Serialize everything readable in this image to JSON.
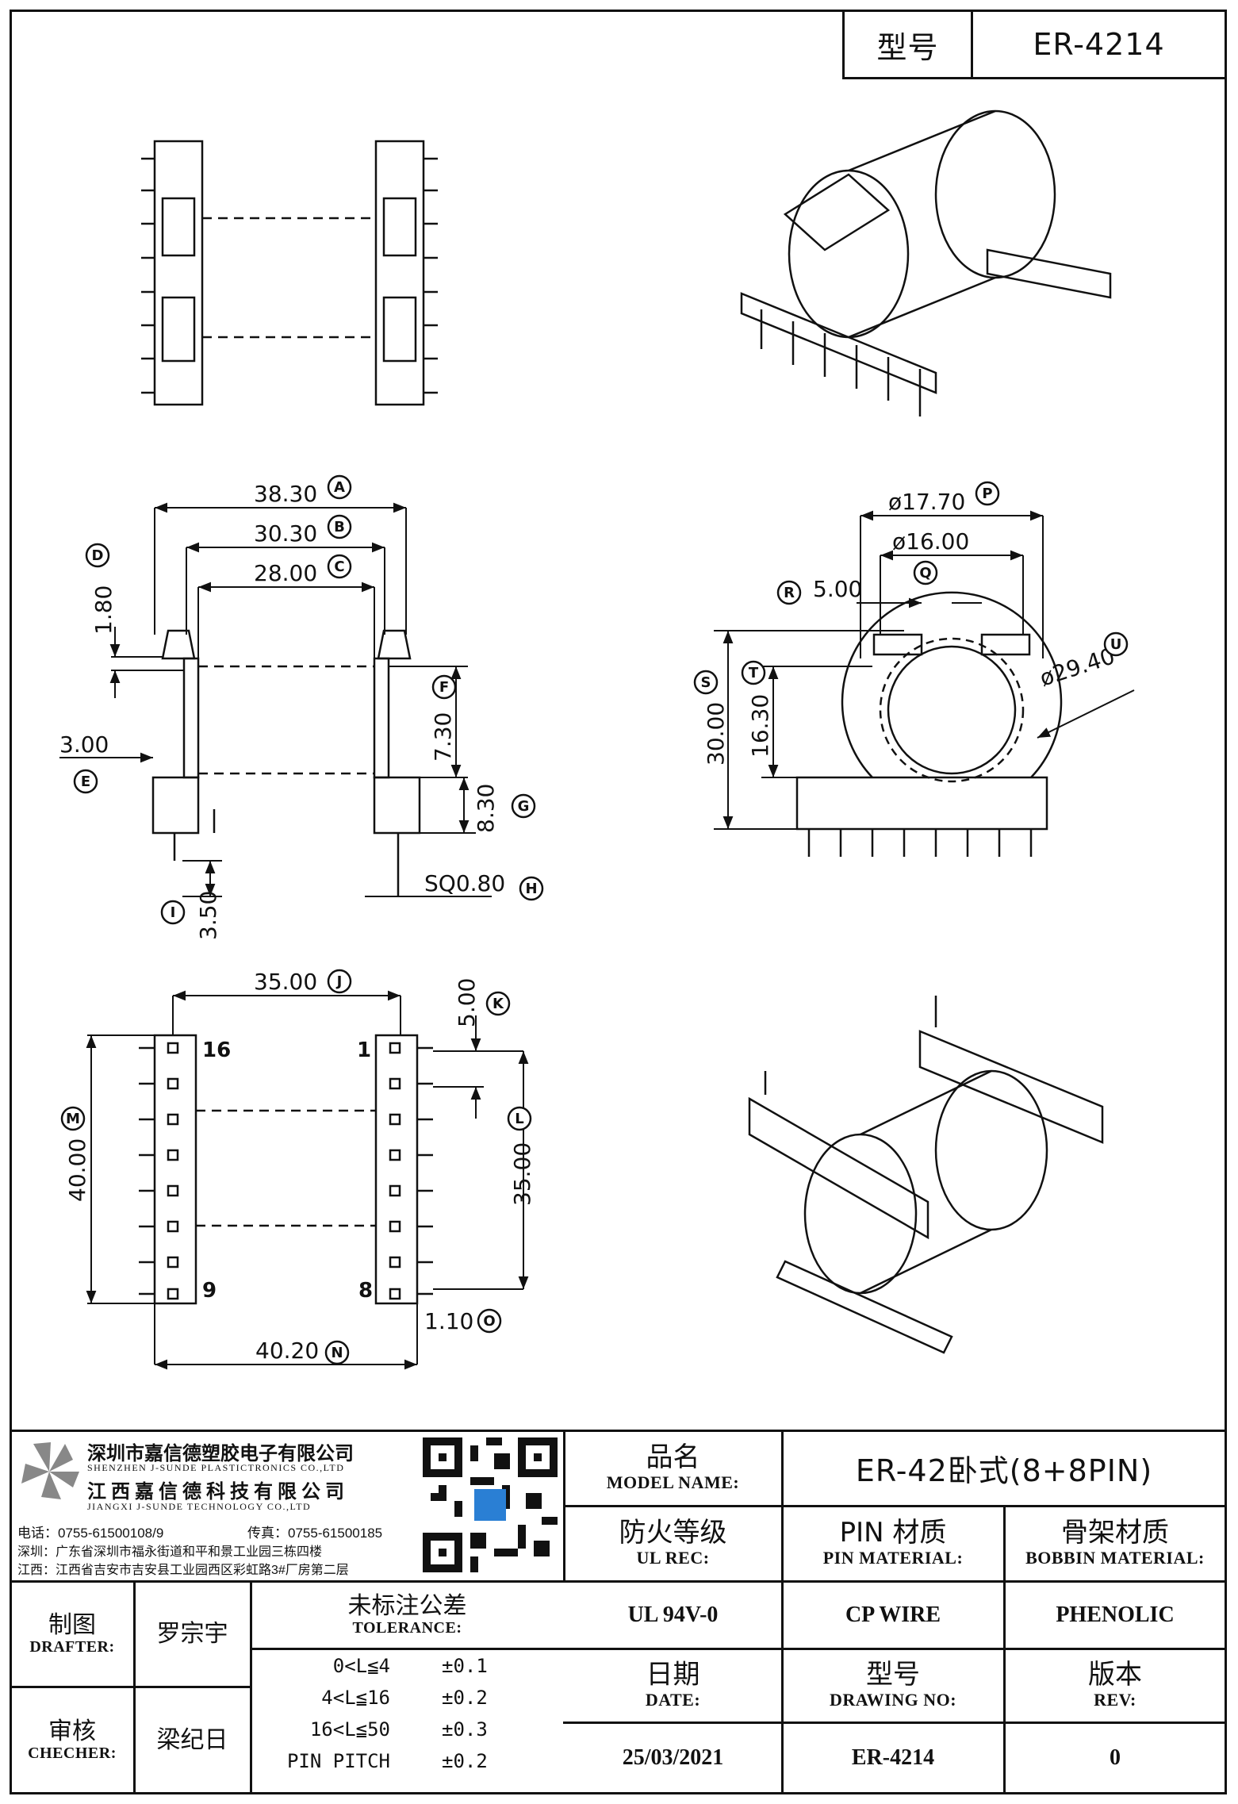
{
  "header": {
    "model_label": "型号",
    "model_value": "ER-4214"
  },
  "company": {
    "name_cn_1": "深圳市嘉信德塑胶电子有限公司",
    "name_en_1": "SHENZHEN J-SUNDE PLASTICTRONICS CO.,LTD",
    "name_cn_2": "江西嘉信德科技有限公司",
    "name_en_2": "JIANGXI J-SUNDE TECHNOLOGY CO.,LTD",
    "tel": "电话：0755-61500108/9",
    "fax": "传真：0755-61500185",
    "addr_sz": "深圳：广东省深圳市福永街道和平和景工业园三栋四楼",
    "addr_jx": "江西：江西省吉安市吉安县工业园西区彩虹路3#厂房第二层"
  },
  "title_block": {
    "product_name_cn": "品名",
    "product_name_en": "MODEL NAME:",
    "product_name_value": "ER-42卧式(8+8PIN)",
    "ul_cn": "防火等级",
    "ul_en": "UL REC:",
    "ul_value": "UL 94V-0",
    "pin_cn": "PIN 材质",
    "pin_en": "PIN MATERIAL:",
    "pin_value": "CP WIRE",
    "bobbin_cn": "骨架材质",
    "bobbin_en": "BOBBIN MATERIAL:",
    "bobbin_value": "PHENOLIC",
    "date_cn": "日期",
    "date_en": "DATE:",
    "date_value": "25/03/2021",
    "drawno_cn": "型号",
    "drawno_en": "DRAWING NO:",
    "drawno_value": "ER-4214",
    "rev_cn": "版本",
    "rev_en": "REV:",
    "rev_value": "0",
    "drafter_cn": "制图",
    "drafter_en": "DRAFTER:",
    "drafter_value": "罗宗宇",
    "checker_cn": "审核",
    "checker_en": "CHECHER:",
    "checker_value": "梁纪日",
    "tol_cn": "未标注公差",
    "tol_en": "TOLERANCE:",
    "tol_rows": [
      {
        "range": "0<L≦4",
        "value": "±0.1"
      },
      {
        "range": "4<L≦16",
        "value": "±0.2"
      },
      {
        "range": "16<L≦50",
        "value": "±0.3"
      },
      {
        "range": "PIN PITCH",
        "value": "±0.2"
      }
    ]
  },
  "dimensions": {
    "A": "38.30",
    "B": "30.30",
    "C": "28.00",
    "D": "1.80",
    "E": "3.00",
    "F": "7.30",
    "G": "8.30",
    "H": "SQ0.80",
    "I": "3.50",
    "J": "35.00",
    "K": "5.00",
    "L": "35.00",
    "M": "40.00",
    "N": "40.20",
    "O": "1.10",
    "P": "ø17.70",
    "Q": "ø16.00",
    "R": "5.00",
    "S": "30.00",
    "T": "16.30",
    "U": "ø29.40"
  },
  "pin_labels": {
    "p16": "16",
    "p1": "1",
    "p9": "9",
    "p8": "8"
  }
}
